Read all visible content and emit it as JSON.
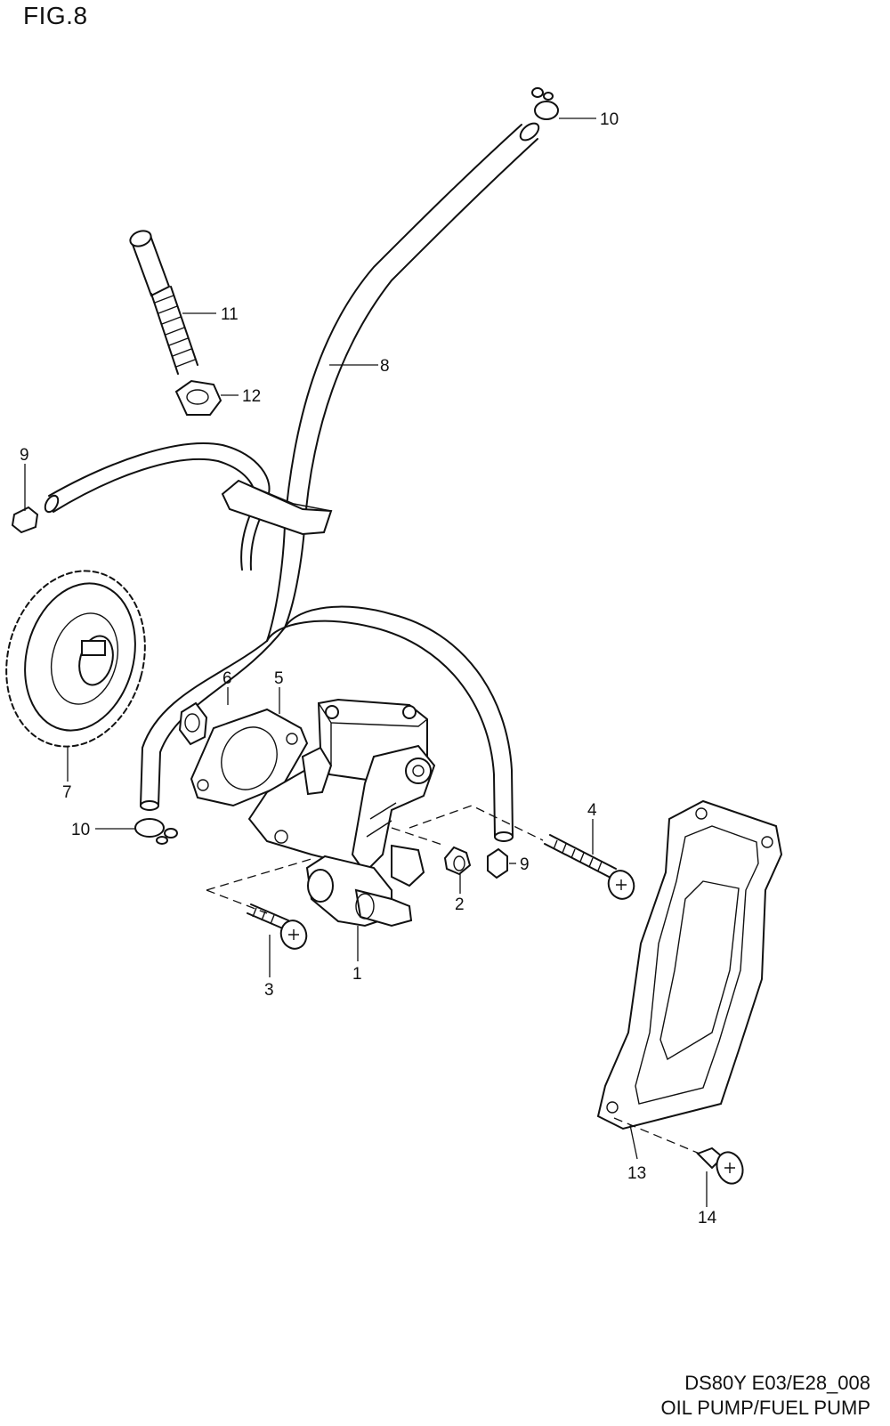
{
  "figure": {
    "label": "FIG.8"
  },
  "title_block": {
    "code": "DS80Y E03/E28_008",
    "title": "OIL PUMP/FUEL PUMP"
  },
  "callouts": [
    "1",
    "2",
    "3",
    "4",
    "5",
    "6",
    "7",
    "8",
    "9",
    "9",
    "10",
    "10",
    "11",
    "12",
    "13",
    "14"
  ]
}
